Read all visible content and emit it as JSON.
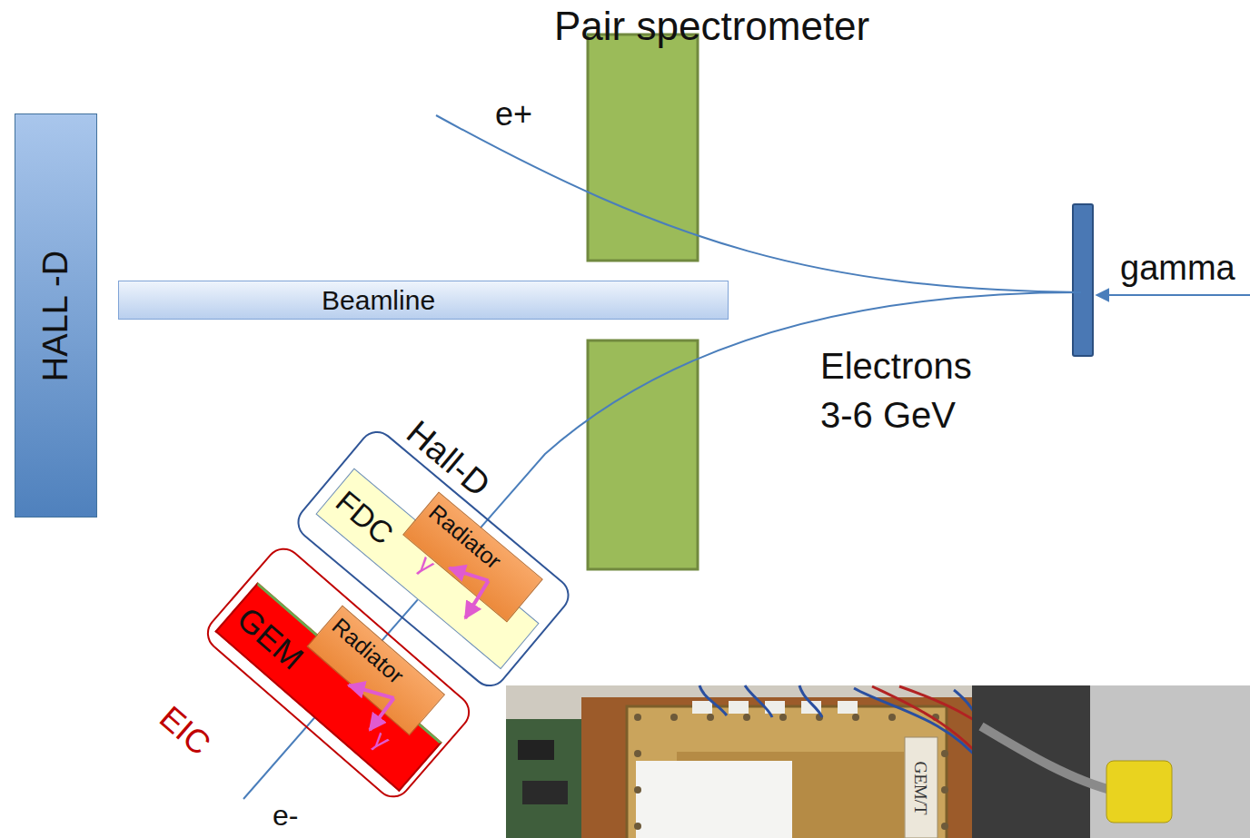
{
  "diagram": {
    "nodes": [
      {
        "text": [
          "HALL -D"
        ]
      },
      {
        "text": [
          "Beamline"
        ]
      },
      {
        "text": [
          "Hall-D"
        ]
      },
      {
        "text": [
          "Radiator"
        ],
        "in": 2
      },
      {
        "text": [
          "FDC"
        ],
        "in": 2
      },
      {
        "text": [
          "EIC"
        ]
      },
      {
        "text": [
          "Radiator"
        ],
        "in": 5
      },
      {
        "text": [
          "GEM"
        ],
        "in": 5
      }
    ],
    "labels": [
      "Pair spectrometer",
      "e+",
      "gamma",
      "Electrons 3-6 GeV",
      "γ",
      "γ",
      "e-",
      "GEM/T"
    ]
  }
}
